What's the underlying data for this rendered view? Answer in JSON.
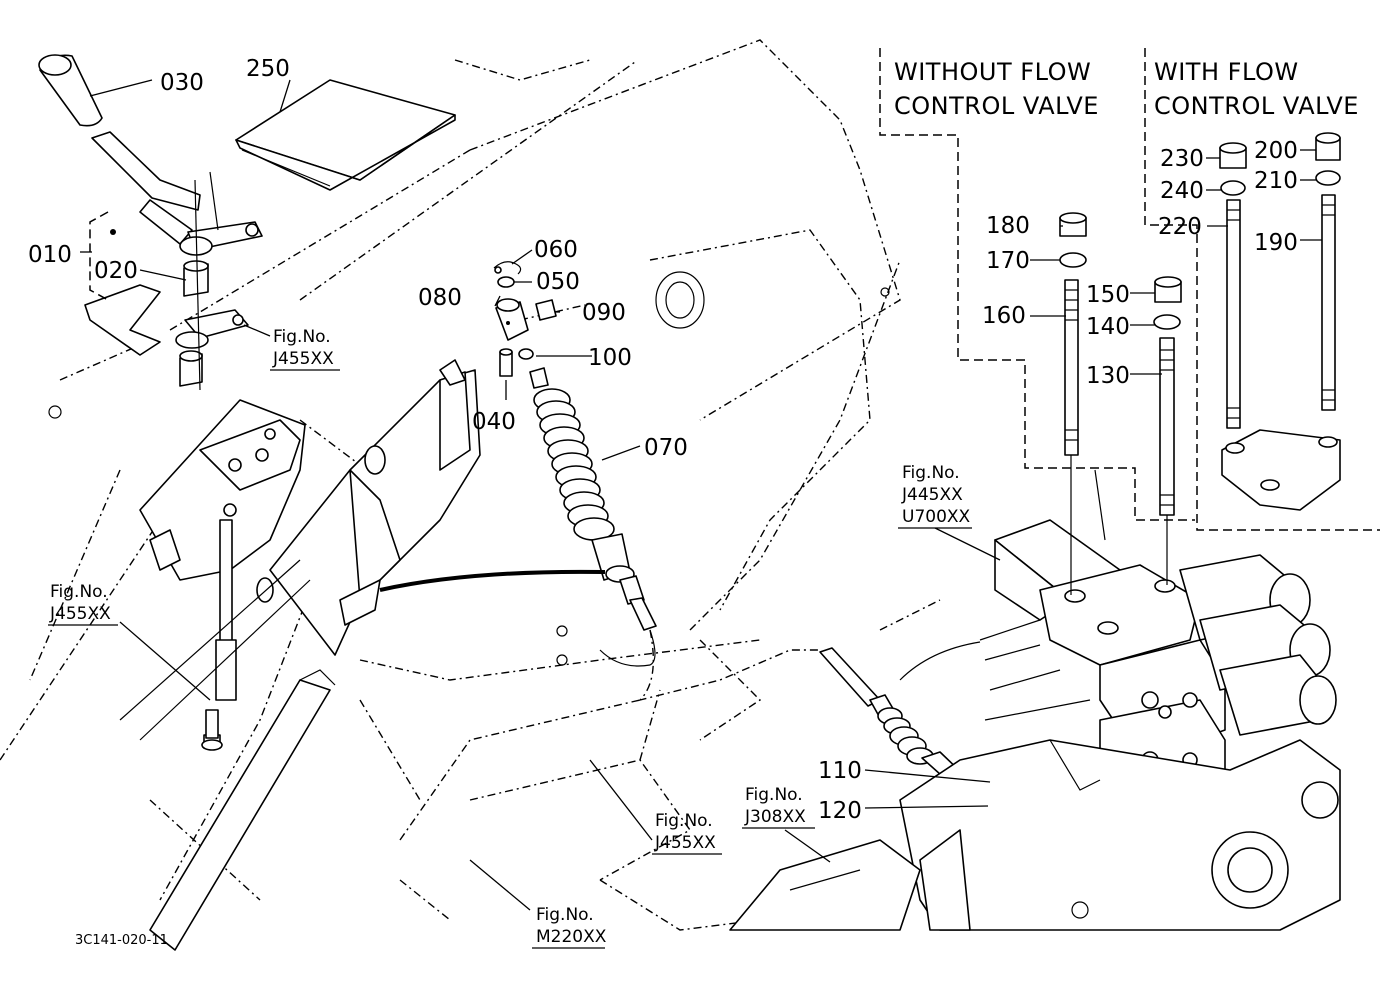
{
  "diagram_code": "3C141-020-11",
  "sections": {
    "without_flow": [
      "WITHOUT FLOW",
      "CONTROL VALVE"
    ],
    "with_flow": [
      "WITH FLOW",
      "CONTROL VALVE"
    ]
  },
  "parts": {
    "p010": "010",
    "p020": "020",
    "p030": "030",
    "p040": "040",
    "p050": "050",
    "p060": "060",
    "p070": "070",
    "p080": "080",
    "p090": "090",
    "p100": "100",
    "p110": "110",
    "p120": "120",
    "p130": "130",
    "p140": "140",
    "p150": "150",
    "p160": "160",
    "p170": "170",
    "p180": "180",
    "p190": "190",
    "p200": "200",
    "p210": "210",
    "p220": "220",
    "p230": "230",
    "p240": "240",
    "p250": "250"
  },
  "refs": {
    "r1": [
      "Fig.No.",
      "J455XX"
    ],
    "r2": [
      "Fig.No.",
      "J455XX"
    ],
    "r3": [
      "Fig.No.",
      "J455XX"
    ],
    "r4": [
      "Fig.No.",
      "M220XX"
    ],
    "r5": [
      "Fig.No.",
      "J308XX"
    ],
    "r6": [
      "Fig.No.",
      "J445XX",
      "U700XX"
    ]
  }
}
